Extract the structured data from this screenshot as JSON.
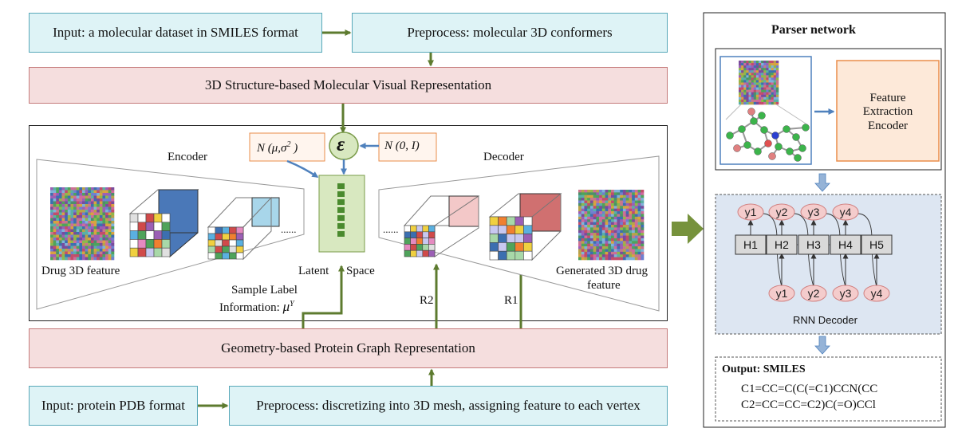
{
  "inputs": {
    "smiles_input": "Input: a molecular dataset in SMILES format",
    "conformer_preprocess": "Preprocess: molecular 3D conformers",
    "molecular_visual_representation": "3D Structure-based Molecular Visual Representation",
    "protein_graph_representation": "Geometry-based Protein Graph Representation",
    "pdb_input": "Input: protein PDB format",
    "mesh_preprocess": "Preprocess: discretizing into 3D mesh, assigning feature to each vertex"
  },
  "vae": {
    "encoder_label": "Encoder",
    "decoder_label": "Decoder",
    "prior_label": "N (μ,σ²)",
    "noise_label": "N (0, I)",
    "epsilon_symbol": "ε",
    "drug_feature_label": "Drug 3D feature",
    "latent_label": "Latent",
    "space_label": "Space",
    "generated_label_line1": "Generated 3D drug",
    "generated_label_line2": "feature",
    "sample_label_line1": "Sample Label",
    "sample_label_line2": "Information:",
    "sample_label_symbol": "μ",
    "sample_label_superscript": "Y",
    "r2_label": "R2",
    "r1_label": "R1",
    "encoder_ellipsis": "......",
    "decoder_ellipsis": "......"
  },
  "parser": {
    "title": "Parser network",
    "feature_extraction_label": "Feature Extraction Encoder",
    "rnn_decoder_label": "RNN Decoder",
    "hidden_states": [
      "H1",
      "H2",
      "H3",
      "H4",
      "H5"
    ],
    "outputs_top": [
      "y1",
      "y2",
      "y3",
      "y4"
    ],
    "inputs_bottom": [
      "y1",
      "y2",
      "y3",
      "y4"
    ],
    "output_title": "Output: SMILES",
    "smiles_line1": "C1=CC=C(C(=C1)CCN(CC",
    "smiles_line2": "C2=CC=CC=C2)C(=O)CCl"
  },
  "colors": {
    "arrow_green": "#5d7b2f",
    "arrow_blue": "#4f81bd",
    "cyan_fill": "#def3f6",
    "pink_fill": "#f5dede",
    "orange_border": "#ea8d4b",
    "rnn_panel": "#dde6f2",
    "latent_fill": "#d8e8c0"
  }
}
